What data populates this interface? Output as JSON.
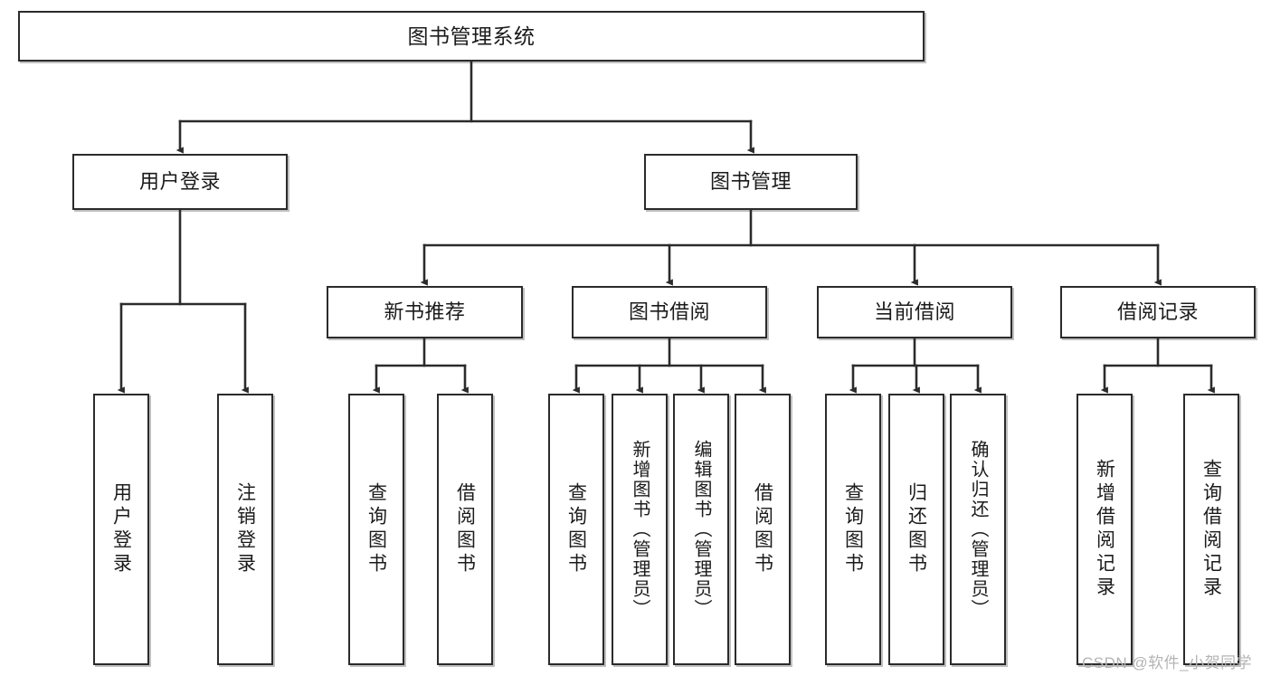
{
  "diagram": {
    "type": "tree",
    "title": "图书管理系统",
    "watermark": "CSDN @软件_小贺同学",
    "colors": {
      "box_border": "#2b2b2b",
      "box_fill": "#ffffff",
      "connector": "#2b2b2b",
      "text": "#1b1b1b",
      "watermark": "#b4b4b4",
      "background": "#ffffff"
    },
    "nodes": {
      "root": {
        "label": "图书管理系统"
      },
      "level2": [
        {
          "label": "用户登录"
        },
        {
          "label": "图书管理"
        }
      ],
      "level3": [
        {
          "label": "新书推荐"
        },
        {
          "label": "图书借阅"
        },
        {
          "label": "当前借阅"
        },
        {
          "label": "借阅记录"
        }
      ],
      "leaves": {
        "user_login": [
          {
            "label": "用户登录"
          },
          {
            "label": "注销登录"
          }
        ],
        "new_book_recommend": [
          {
            "label": "查询图书"
          },
          {
            "label": "借阅图书"
          }
        ],
        "book_borrow": [
          {
            "label": "查询图书"
          },
          {
            "label": "新增图书（管理员）"
          },
          {
            "label": "编辑图书（管理员）"
          },
          {
            "label": "借阅图书"
          }
        ],
        "current_borrow": [
          {
            "label": "查询图书"
          },
          {
            "label": "归还图书"
          },
          {
            "label": "确认归还（管理员）"
          }
        ],
        "borrow_record": [
          {
            "label": "新增借阅记录"
          },
          {
            "label": "查询借阅记录"
          }
        ]
      }
    }
  }
}
